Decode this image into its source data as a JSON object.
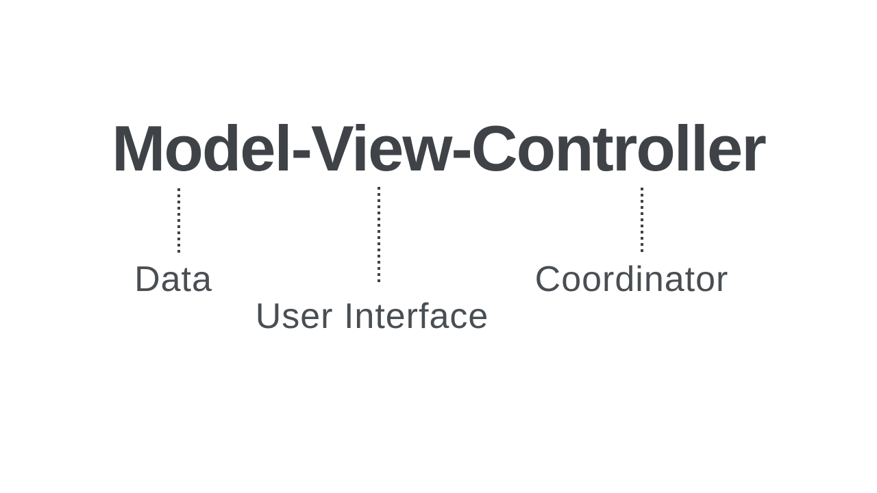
{
  "slide": {
    "title": "Model-View-Controller",
    "background_color": "#ffffff",
    "title_color": "#3f4347",
    "label_color": "#494e53",
    "annotations": [
      {
        "term": "Model",
        "label": "Data"
      },
      {
        "term": "View",
        "label": "User Interface"
      },
      {
        "term": "Controller",
        "label": "Coordinator"
      }
    ]
  }
}
